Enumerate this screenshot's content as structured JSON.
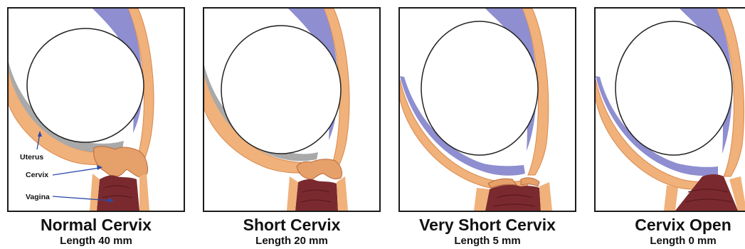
{
  "colors": {
    "frame": "#1b1b1b",
    "uterine_wall": "#f0b17a",
    "wall_outline": "#d9894e",
    "amniotic_fluid": "#8e8ed0",
    "membrane": "#a9a9a9",
    "cervix_tissue": "#e6a06a",
    "vaginal_canal": "#7a2a2e",
    "arrow": "#2b4aa8"
  },
  "annotations": [
    {
      "label": "Uterus",
      "icon": "arrow-icon"
    },
    {
      "label": "Cervix",
      "icon": "arrow-icon"
    },
    {
      "label": "Vagina",
      "icon": "arrow-icon"
    }
  ],
  "panels": [
    {
      "title": "Normal Cervix",
      "subtitle": "Length 40 mm",
      "cervix_length_mm": 40
    },
    {
      "title": "Short Cervix",
      "subtitle": "Length 20 mm",
      "cervix_length_mm": 20
    },
    {
      "title": "Very Short Cervix",
      "subtitle": "Length 5 mm",
      "cervix_length_mm": 5
    },
    {
      "title": "Cervix Open",
      "subtitle": "Length 0 mm",
      "cervix_length_mm": 0
    }
  ]
}
